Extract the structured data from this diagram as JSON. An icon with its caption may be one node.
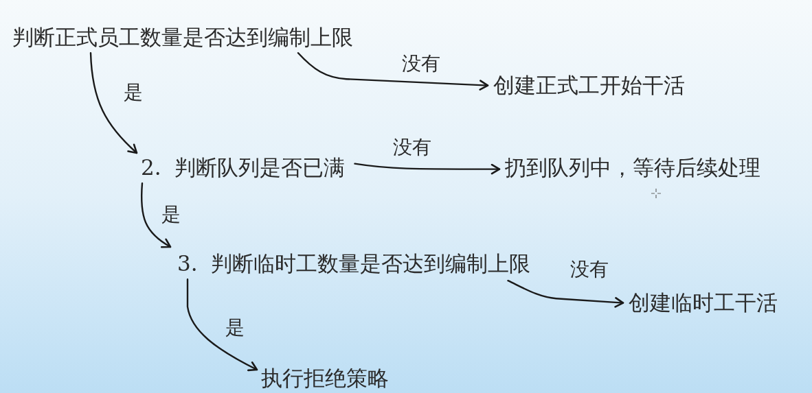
{
  "diagram": {
    "nodes": [
      {
        "text": [
          "判断正式员工数量是否达到编制上限"
        ]
      },
      {
        "text": [
          "创建正式工开始干活"
        ]
      },
      {
        "text": [
          "2. 判断队列是否已满"
        ]
      },
      {
        "text": [
          "扔到队列中，等待后续处理"
        ]
      },
      {
        "text": [
          "3. 判断临时工数量是否达到编制上限"
        ]
      },
      {
        "text": [
          "创建临时工干活"
        ]
      },
      {
        "text": [
          "执行拒绝策略"
        ]
      }
    ],
    "edges": [
      {
        "from": 0,
        "to": 1,
        "arrow": "to",
        "label": "没有"
      },
      {
        "from": 0,
        "to": 2,
        "arrow": "to",
        "label": "是"
      },
      {
        "from": 2,
        "to": 3,
        "arrow": "to",
        "label": "没有"
      },
      {
        "from": 2,
        "to": 4,
        "arrow": "to",
        "label": "是"
      },
      {
        "from": 4,
        "to": 5,
        "arrow": "to",
        "label": "没有"
      },
      {
        "from": 4,
        "to": 6,
        "arrow": "to",
        "label": "是"
      }
    ]
  }
}
